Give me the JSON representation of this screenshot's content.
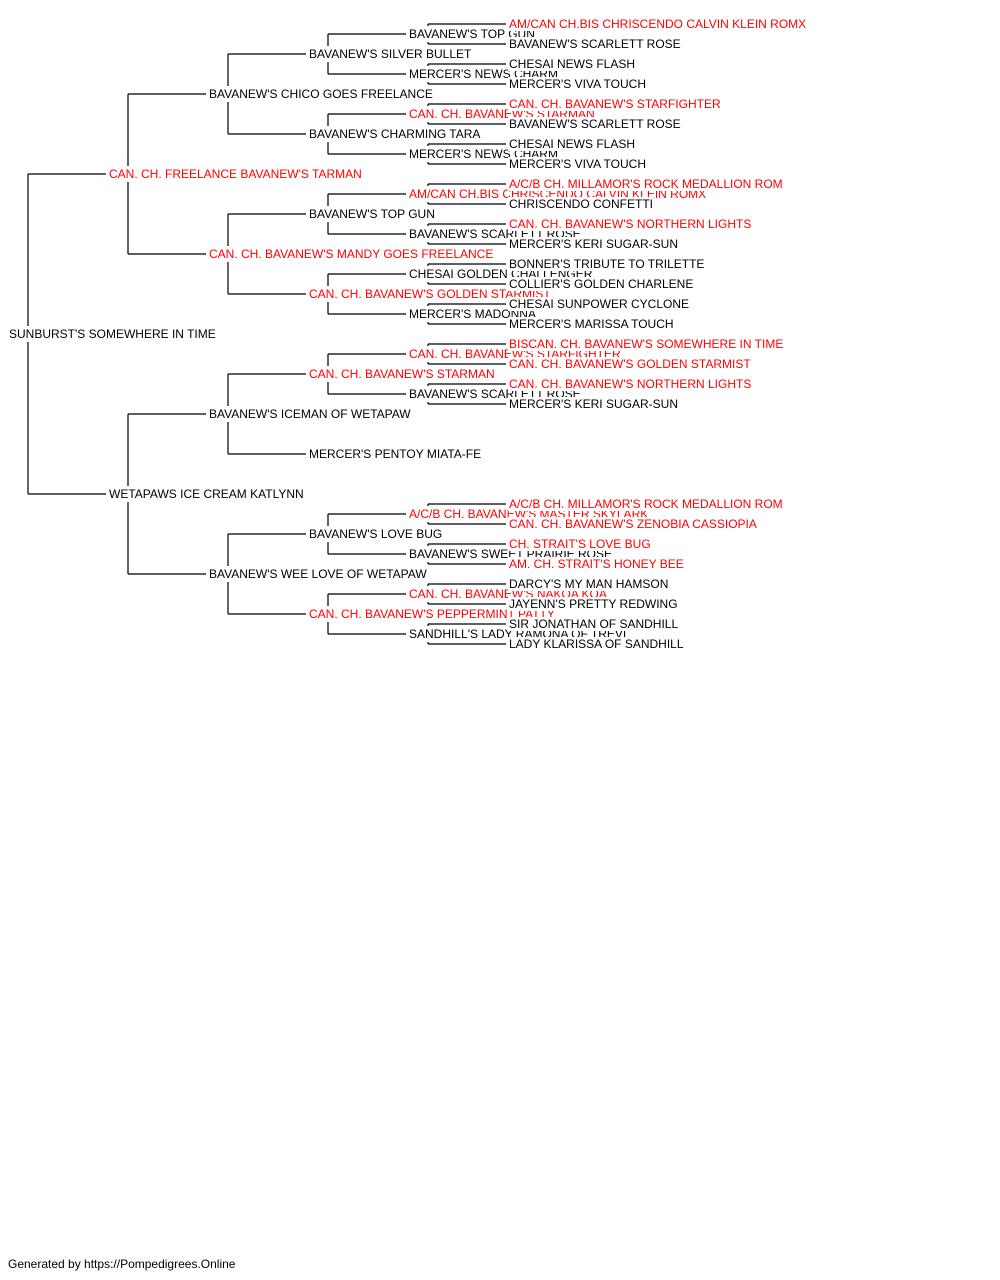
{
  "colors": {
    "champion": "#ff0000",
    "regular": "#000000",
    "line": "#000000"
  },
  "pedigree": {
    "name": "SUNBURST'S SOMEWHERE IN TIME",
    "champion": false,
    "sire": {
      "name": "CAN. CH. FREELANCE BAVANEW'S TARMAN",
      "champion": true,
      "sire": {
        "name": "BAVANEW'S CHICO GOES FREELANCE",
        "champion": false,
        "sire": {
          "name": "BAVANEW'S SILVER BULLET",
          "champion": false,
          "sire": {
            "name": "BAVANEW'S TOP GUN",
            "champion": false,
            "sire": {
              "name": "AM/CAN CH.BIS CHRISCENDO CALVIN KLEIN ROMX",
              "champion": true
            },
            "dam": {
              "name": "BAVANEW'S SCARLETT ROSE",
              "champion": false
            }
          },
          "dam": {
            "name": "MERCER'S NEWS CHARM",
            "champion": false,
            "sire": {
              "name": "CHESAI NEWS FLASH",
              "champion": false
            },
            "dam": {
              "name": "MERCER'S VIVA TOUCH",
              "champion": false
            }
          }
        },
        "dam": {
          "name": "BAVANEW'S CHARMING TARA",
          "champion": false,
          "sire": {
            "name": "CAN. CH. BAVANEW'S STARMAN",
            "champion": true,
            "sire": {
              "name": "CAN. CH. BAVANEW'S STARFIGHTER",
              "champion": true
            },
            "dam": {
              "name": "BAVANEW'S SCARLETT ROSE",
              "champion": false
            }
          },
          "dam": {
            "name": "MERCER'S NEWS CHARM",
            "champion": false,
            "sire": {
              "name": "CHESAI NEWS FLASH",
              "champion": false
            },
            "dam": {
              "name": "MERCER'S VIVA TOUCH",
              "champion": false
            }
          }
        }
      },
      "dam": {
        "name": "CAN. CH. BAVANEW'S MANDY GOES FREELANCE",
        "champion": true,
        "sire": {
          "name": "BAVANEW'S TOP GUN",
          "champion": false,
          "sire": {
            "name": "AM/CAN CH.BIS CHRISCENDO CALVIN KLEIN ROMX",
            "champion": true,
            "sire": {
              "name": "A/C/B CH. MILLAMOR'S ROCK MEDALLION ROM",
              "champion": true
            },
            "dam": {
              "name": "CHRISCENDO CONFETTI",
              "champion": false
            }
          },
          "dam": {
            "name": "BAVANEW'S SCARLETT ROSE",
            "champion": false,
            "sire": {
              "name": "CAN. CH. BAVANEW'S NORTHERN LIGHTS",
              "champion": true
            },
            "dam": {
              "name": "MERCER'S KERI SUGAR-SUN",
              "champion": false
            }
          }
        },
        "dam": {
          "name": "CAN. CH. BAVANEW'S GOLDEN STARMIST",
          "champion": true,
          "sire": {
            "name": "CHESAI GOLDEN CHALLENGER",
            "champion": false,
            "sire": {
              "name": "BONNER'S TRIBUTE TO TRILETTE",
              "champion": false
            },
            "dam": {
              "name": "COLLIER'S GOLDEN CHARLENE",
              "champion": false
            }
          },
          "dam": {
            "name": "MERCER'S MADONNA",
            "champion": false,
            "sire": {
              "name": "CHESAI SUNPOWER CYCLONE",
              "champion": false
            },
            "dam": {
              "name": "MERCER'S MARISSA TOUCH",
              "champion": false
            }
          }
        }
      }
    },
    "dam": {
      "name": "WETAPAWS ICE CREAM KATLYNN",
      "champion": false,
      "sire": {
        "name": "BAVANEW'S ICEMAN OF WETAPAW",
        "champion": false,
        "sire": {
          "name": "CAN. CH. BAVANEW'S STARMAN",
          "champion": true,
          "sire": {
            "name": "CAN. CH. BAVANEW'S STARFIGHTER",
            "champion": true,
            "sire": {
              "name": "BISCAN. CH. BAVANEW'S SOMEWHERE IN TIME",
              "champion": true
            },
            "dam": {
              "name": "CAN. CH. BAVANEW'S GOLDEN STARMIST",
              "champion": true
            }
          },
          "dam": {
            "name": "BAVANEW'S SCARLETT ROSE",
            "champion": false,
            "sire": {
              "name": "CAN. CH. BAVANEW'S NORTHERN LIGHTS",
              "champion": true
            },
            "dam": {
              "name": "MERCER'S KERI SUGAR-SUN",
              "champion": false
            }
          }
        },
        "dam": {
          "name": "MERCER'S PENTOY MIATA-FE",
          "champion": false
        }
      },
      "dam": {
        "name": "BAVANEW'S WEE LOVE OF WETAPAW",
        "champion": false,
        "sire": {
          "name": "BAVANEW'S LOVE BUG",
          "champion": false,
          "sire": {
            "name": "A/C/B CH. BAVANEW'S MASTER SKYLARK",
            "champion": true,
            "sire": {
              "name": "A/C/B CH. MILLAMOR'S ROCK MEDALLION ROM",
              "champion": true
            },
            "dam": {
              "name": "CAN. CH. BAVANEW'S ZENOBIA CASSIOPIA",
              "champion": true
            }
          },
          "dam": {
            "name": "BAVANEW'S SWEET PRAIRIE ROSE",
            "champion": false,
            "sire": {
              "name": "CH. STRAIT'S LOVE BUG",
              "champion": true
            },
            "dam": {
              "name": "AM. CH. STRAIT'S HONEY BEE",
              "champion": true
            }
          }
        },
        "dam": {
          "name": "CAN. CH. BAVANEW'S PEPPERMINT PATTY",
          "champion": true,
          "sire": {
            "name": "CAN. CH. BAVANEW'S NAKOA KOA",
            "champion": true,
            "sire": {
              "name": "DARCY'S MY MAN HAMSON",
              "champion": false
            },
            "dam": {
              "name": "JAYENN'S PRETTY REDWING",
              "champion": false
            }
          },
          "dam": {
            "name": "SANDHILL'S LADY RAMONA OF TREVI",
            "champion": false,
            "sire": {
              "name": "SIR JONATHAN OF SANDHILL",
              "champion": false
            },
            "dam": {
              "name": "LADY KLARISSA OF SANDHILL",
              "champion": false
            }
          }
        }
      }
    }
  },
  "footer": {
    "text": "Generated by https://Pompedigrees.Online"
  }
}
